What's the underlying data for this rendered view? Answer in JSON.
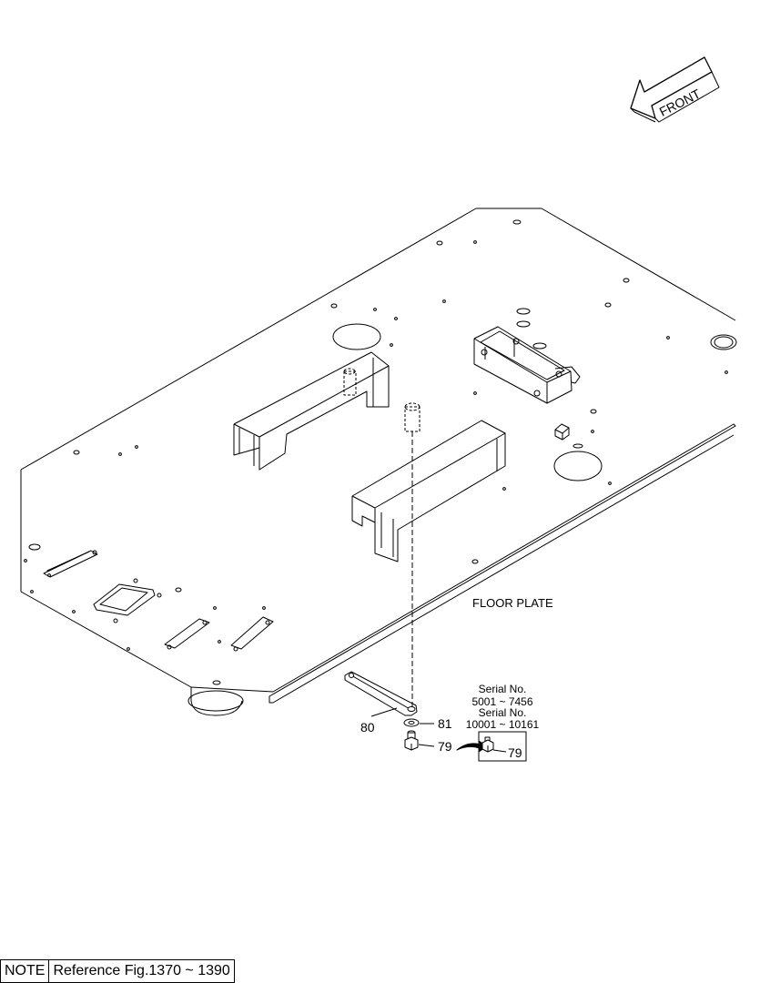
{
  "front_arrow": {
    "label": "FRONT"
  },
  "callouts": {
    "floor_plate": "FLOOR PLATE",
    "part_80": "80",
    "part_81": "81",
    "part_79": "79",
    "part_79_inset": "79"
  },
  "serial_box": {
    "line1": "Serial No.",
    "line2": "5001 ~ 7456",
    "line3": "Serial No.",
    "line4": "10001 ~ 10161"
  },
  "note": {
    "label": "NOTE",
    "text": "Reference Fig.1370 ~ 1390"
  }
}
